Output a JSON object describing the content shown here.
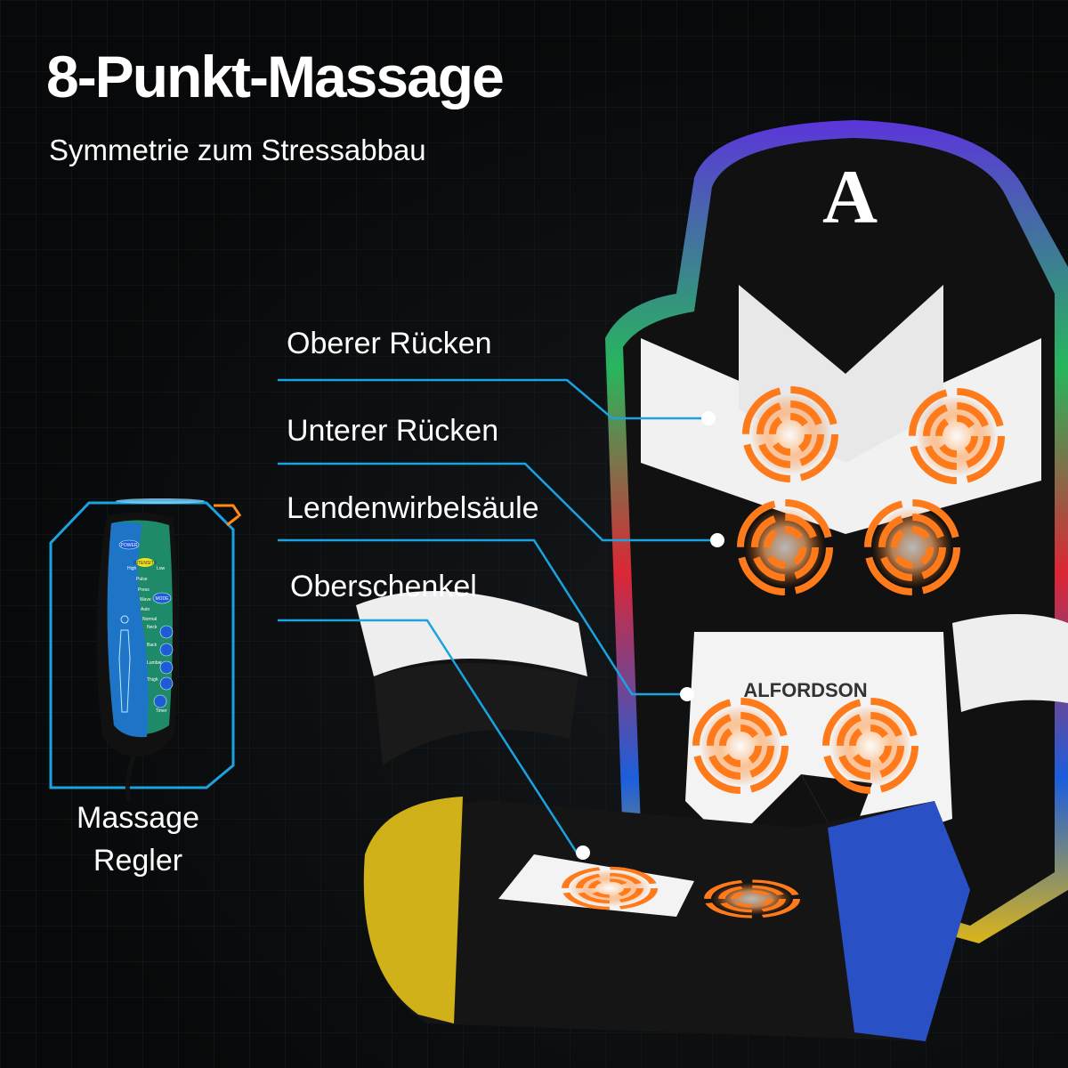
{
  "header": {
    "title": "8-Punkt-Massage",
    "subtitle": "Symmetrie zum Stressabbau"
  },
  "callouts": [
    {
      "label": "Oberer Rücken"
    },
    {
      "label": "Unterer Rücken"
    },
    {
      "label": "Lendenwirbelsäule"
    },
    {
      "label": "Oberschenkel"
    }
  ],
  "remote": {
    "caption_line1": "Massage",
    "caption_line2": "Regler",
    "buttons": {
      "power": "POWER",
      "intensity": "INTENSITY",
      "mode": "MODE"
    },
    "intensity_levels": [
      "High",
      "Low"
    ],
    "modes": [
      "Pulse",
      "Press",
      "Wave",
      "Auto",
      "Normal"
    ],
    "zones": [
      "Neck",
      "Back",
      "Lumbar",
      "Thigh"
    ],
    "timer": "Timer"
  },
  "chair": {
    "brand": "ALFORDSON",
    "logo": "A"
  },
  "colors": {
    "accent": "#1aa3e0",
    "massage": "#ff7a1a",
    "background": "#07090a"
  }
}
